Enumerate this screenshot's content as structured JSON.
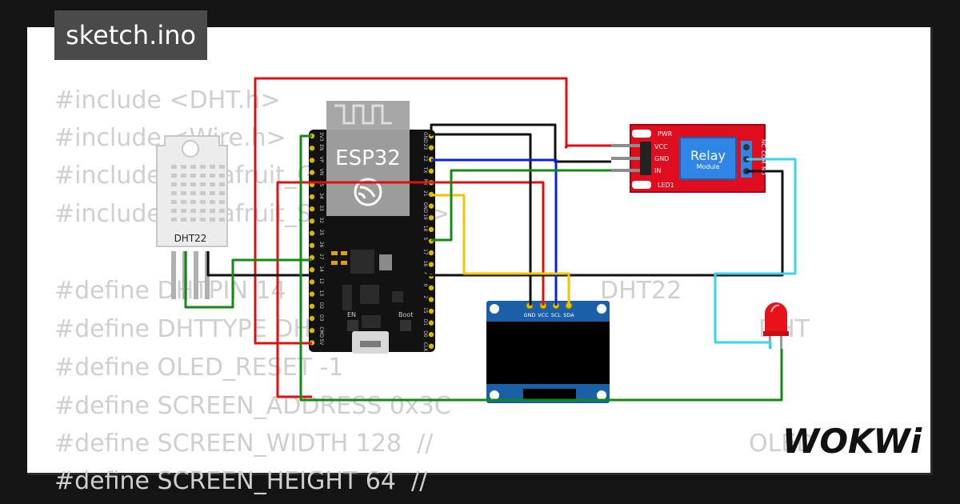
{
  "tab": {
    "filename": "sketch.ino"
  },
  "code_lines": [
    "#include <DHT.h>",
    "#include <Wire.h>",
    "#include <Adafruit_GFX.h>",
    "#include <Adafruit_SSD1306.h>",
    "",
    "#define DHTPIN 14",
    "#define DHTTYPE DHT22",
    "#define OLED_RESET -1",
    "#define SCREEN_ADDRESS 0x3C",
    "#define SCREEN_WIDTH 128  //",
    "#define SCREEN_HEIGHT 64  //"
  ],
  "code_right": [
    {
      "text": "DHT22"
    },
    {
      "text": "DHT"
    },
    {
      "text": "OLED"
    }
  ],
  "esp32": {
    "label": "ESP32",
    "left_pins": [
      "3V3",
      "EN",
      "VP",
      "VN",
      "35",
      "34",
      "33",
      "32",
      "25",
      "26",
      "27",
      "14",
      "12",
      "13",
      "D2",
      "D3",
      "CMD",
      "5V"
    ],
    "right_pins": [
      "GND",
      "23",
      "22",
      "TX",
      "RX",
      "21",
      "GND",
      "19",
      "18",
      "5",
      "17",
      "16",
      "4",
      "0",
      "2",
      "15",
      "D1",
      "D0",
      "CLK"
    ],
    "button_en": "EN",
    "button_boot": "Boot"
  },
  "dht": {
    "label": "DHT22"
  },
  "relay": {
    "title": "Relay",
    "subtitle": "Module",
    "pwr": "PWR",
    "led": "LED1",
    "pins": [
      "VCC",
      "GND",
      "IN"
    ],
    "terminals": [
      "NC",
      "COM",
      "NO"
    ]
  },
  "oled": {
    "pins": [
      "GND",
      "VCC",
      "SCL",
      "SDA"
    ]
  },
  "brand": {
    "logo_text": "WOKWi"
  },
  "colors": {
    "red": "#e01010",
    "black": "#111111",
    "blue": "#0b1fe0",
    "green": "#138a13",
    "yellow": "#f2c500",
    "cyan": "#37d4ee",
    "relay_red": "#e00d1e",
    "oled_blue": "#1b5fa8"
  }
}
